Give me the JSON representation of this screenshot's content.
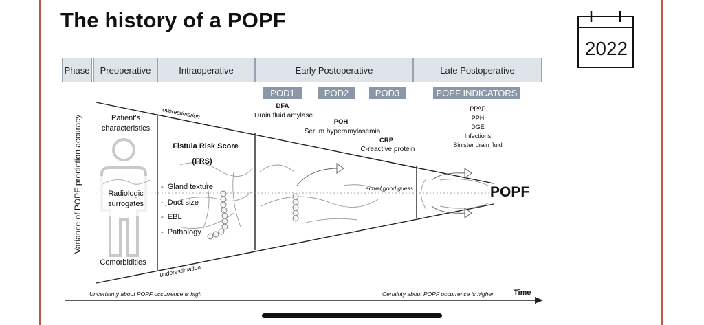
{
  "title": "The history of a POPF",
  "calendar": {
    "year": "2022",
    "icon": "calendar-icon"
  },
  "phases": [
    "Phase",
    "Preoperative",
    "Intraoperative",
    "Early Postoperative",
    "Late Postoperative"
  ],
  "pods": [
    "POD1",
    "POD2",
    "POD3",
    "POPF INDICATORS"
  ],
  "preoperative": {
    "patient_line1": "Patient’s",
    "patient_line2": "characteristics",
    "radiologic_line1": "Radiologic",
    "radiologic_line2": "surrogates",
    "comorbidities": "Comorbidities"
  },
  "intraoperative": {
    "frs_title": "Fistula Risk Score",
    "frs_abbr": "(FRS)",
    "items": [
      "Gland texture",
      "Duct size",
      "EBL",
      "Pathology"
    ]
  },
  "early": {
    "dfa_title": "DFA",
    "dfa_text": "Drain fluid amylase",
    "poh_title": "POH",
    "poh_text": "Serum hyperamylasemia",
    "crp_title": "CRP",
    "crp_text": "C-reactive protein"
  },
  "late": {
    "indicators": [
      "PPAP",
      "PPH",
      "DGE",
      "Infections",
      "Sinister drain fluid"
    ]
  },
  "annotations": {
    "overestimation": "overestimation",
    "underestimation": "underestimation",
    "actual_good_guess": "actual good guess",
    "popf": "POPF"
  },
  "axes": {
    "y_label": "Variance of POPF prediction accuracy",
    "x_label": "Time",
    "x_left_note": "Uncertainty about POPF occurrence is high",
    "x_right_note": "Certainty about POPF occurrence is higher"
  }
}
